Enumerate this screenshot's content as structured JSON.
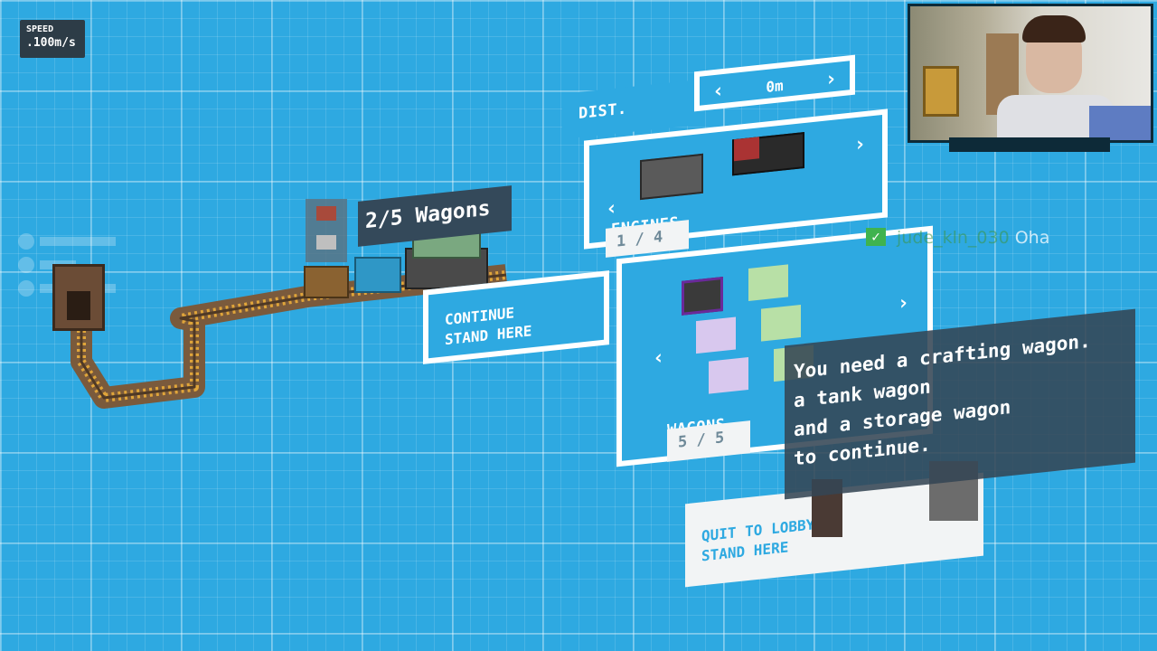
{
  "hud": {
    "speed_label": "SPEED",
    "speed_value": ".100m/s"
  },
  "train_tag": {
    "wagon_count": "2/5 Wagons"
  },
  "continue_sign": {
    "line1": "CONTINUE",
    "line2": "STAND HERE"
  },
  "quit_sign": {
    "line1": "QUIT TO LOBBY",
    "line2": "STAND HERE"
  },
  "distance": {
    "label": "DIST.",
    "value": "0m",
    "prev_icon": "chevron-left-icon",
    "next_icon": "chevron-right-icon"
  },
  "engines": {
    "label": "ENGINES",
    "count": "1 / 4"
  },
  "wagons": {
    "label": "WAGONS",
    "count": "5 / 5"
  },
  "tooltip": {
    "line1": "You need a crafting wagon.",
    "line2": "a tank wagon",
    "line3": "and a storage wagon",
    "line4": "to continue."
  },
  "chat": {
    "user": "jude_kln_030",
    "message": "Oha"
  },
  "colors": {
    "blueprint": "#2ea9e1",
    "panel_white": "#ffffff",
    "tooltip_bg": "#344654",
    "track": "#8a6a4a"
  }
}
